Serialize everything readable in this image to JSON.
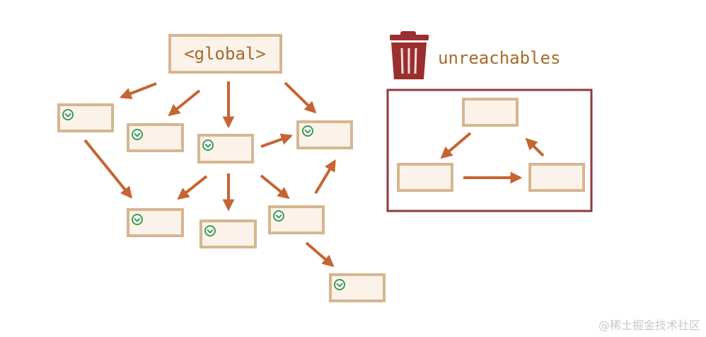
{
  "diagram": {
    "root_label": "<global>",
    "unreachables_label": "unreachables",
    "trash_icon": "trash-can-icon",
    "check_icon": "check-circle-icon",
    "colors": {
      "node_fill": "#fbf2ea",
      "node_border": "#d6b690",
      "arrow": "#c66432",
      "trash": "#9b2f2f",
      "frame": "#8f3a3e",
      "check": "#3c9a52",
      "label": "#a66a2a"
    },
    "reachable_nodes": 9,
    "unreachable_nodes": 3
  },
  "watermark": "@稀土掘金技术社区"
}
